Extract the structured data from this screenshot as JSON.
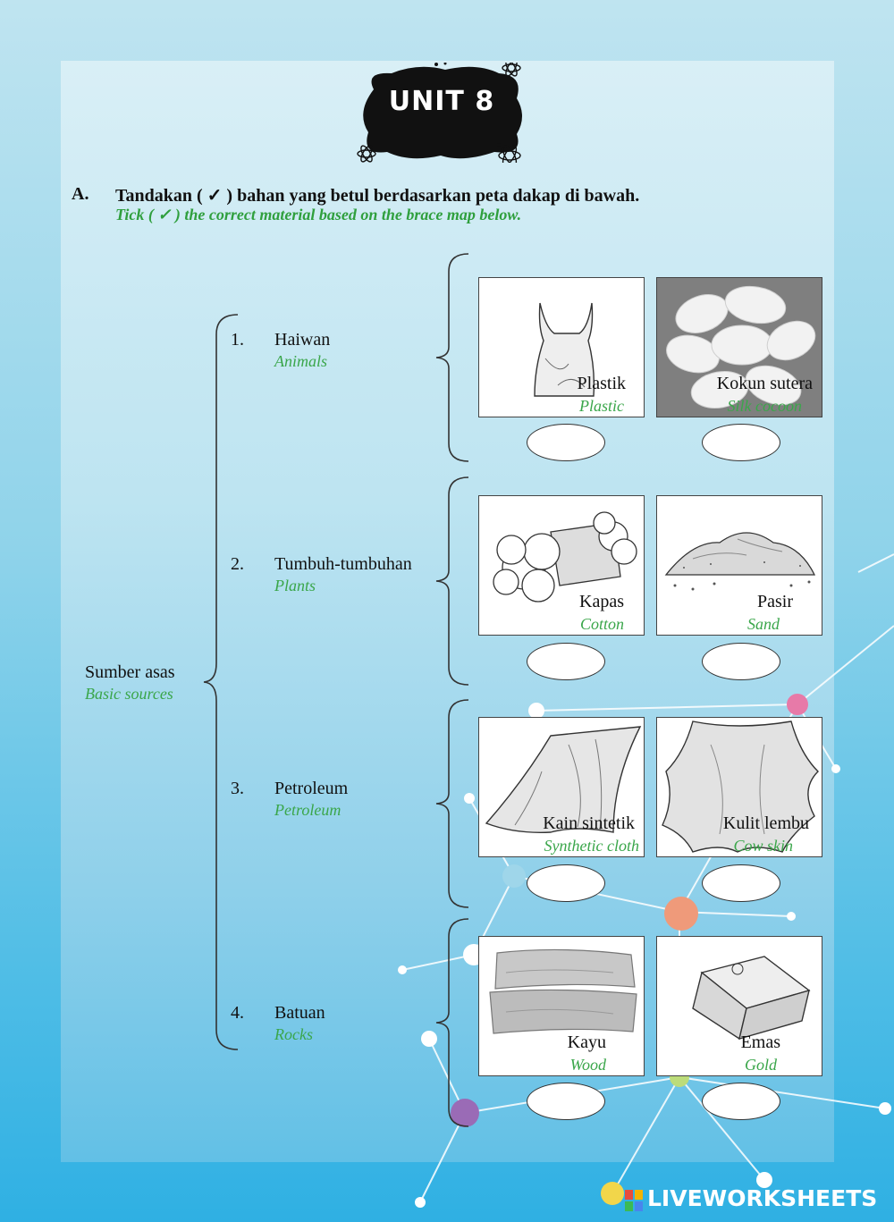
{
  "unit_title": "UNIT 8",
  "question": {
    "number": "A.",
    "text_ms": "Tandakan ( ✓ ) bahan yang betul berdasarkan peta dakap di bawah.",
    "text_en": "Tick ( ✓ ) the correct material based on the brace map below."
  },
  "root": {
    "label": "Sumber asas",
    "translation": "Basic sources"
  },
  "categories": [
    {
      "num": "1.",
      "label": "Haiwan",
      "translation": "Animals"
    },
    {
      "num": "2.",
      "label": "Tumbuh-tumbuhan",
      "translation": "Plants"
    },
    {
      "num": "3.",
      "label": "Petroleum",
      "translation": "Petroleum"
    },
    {
      "num": "4.",
      "label": "Batuan",
      "translation": "Rocks"
    }
  ],
  "cards": [
    {
      "label": "Plastik",
      "translation": "Plastic",
      "icon": "plastic-bag-icon"
    },
    {
      "label": "Kokun sutera",
      "translation": "Silk cocoon",
      "icon": "silk-cocoon-icon"
    },
    {
      "label": "Kapas",
      "translation": "Cotton",
      "icon": "cotton-icon"
    },
    {
      "label": "Pasir",
      "translation": "Sand",
      "icon": "sand-icon"
    },
    {
      "label": "Kain sintetik",
      "translation": "Synthetic cloth",
      "icon": "cloth-icon"
    },
    {
      "label": "Kulit lembu",
      "translation": "Cow skin",
      "icon": "cow-skin-icon"
    },
    {
      "label": "Kayu",
      "translation": "Wood",
      "icon": "wood-icon"
    },
    {
      "label": "Emas",
      "translation": "Gold",
      "icon": "gold-bar-icon"
    }
  ],
  "footer": {
    "brand": "LIVEWORKSHEETS"
  },
  "colors": {
    "translation_green": "#3aa64a",
    "background_blue": "#4fbde6"
  }
}
